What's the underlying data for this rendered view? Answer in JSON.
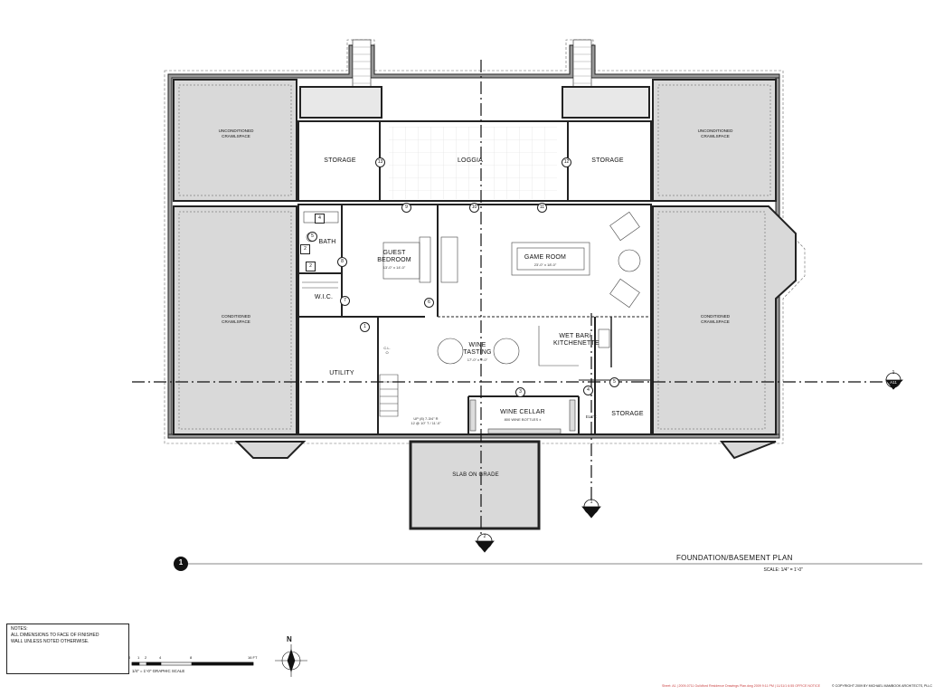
{
  "sheet": {
    "title": "FOUNDATION/BASEMENT PLAN",
    "scale": "SCALE: 1/4\" = 1'-0\"",
    "drawing_number": "1",
    "graphic_scale_label": "1/4\" = 1'-0\" GRAPHIC SCALE",
    "graphic_scale_ticks": [
      "0",
      "1",
      "2",
      "4",
      "8",
      "16 FT"
    ],
    "north_label": "N",
    "copyright": "© COPYRIGHT 2009 BY MICHAEL MAMBOOK ARCHITECTS, PLLC",
    "file_path": "Sheet: A1 | 2009-0711 Guildford Residence Drawings Plan.dwg 2009 9:11 PM | 11/11/1 6:55 OFFICE NOTICE"
  },
  "notes": {
    "heading": "NOTES:",
    "lines": [
      "ALL DIMENSIONS TO FACE OF FINISHED",
      "WALL UNLESS NOTED OTHERWISE."
    ]
  },
  "rooms": {
    "unconditioned_left": [
      "UNCONDITIONED",
      "CRAWLSPACE"
    ],
    "unconditioned_right": [
      "UNCONDITIONED",
      "CRAWLSPACE"
    ],
    "conditioned_left": [
      "CONDITIONED",
      "CRAWLSPACE"
    ],
    "conditioned_right": [
      "CONDITIONED",
      "CRAWLSPACE"
    ],
    "storage_left": "STORAGE",
    "loggia": "LOGGIA",
    "storage_right": "STORAGE",
    "bath": "BATH",
    "guest_bedroom": [
      "GUEST",
      "BEDROOM"
    ],
    "guest_bedroom_size": "13'-0\" x 14'-0\"",
    "wic": "W.I.C.",
    "game_room": "GAME ROOM",
    "game_room_size": "23'-0\" x 18'-0\"",
    "wet_bar": [
      "WET BAR/",
      "KITCHENETTE"
    ],
    "wine_tasting": [
      "WINE",
      "TASTING"
    ],
    "wine_tasting_size": "17'-0\" x 9'-0\"",
    "utility": "UTILITY",
    "cl": [
      "C.L.",
      "O"
    ],
    "wine_cellar": "WINE CELLAR",
    "wine_cellar_sub": "800 WINE BOTTLES ±",
    "elev": "ELEV.",
    "storage_bottom": "STORAGE",
    "slab": "SLAB ON GRADE",
    "stair_note": "UP (8) 7-3/4\" R",
    "stair_note2": "12 @ 10\" T / 11'-0\""
  },
  "tags": [
    "13",
    "12",
    "9",
    "10",
    "11",
    "5",
    "8",
    "6",
    "7",
    "1",
    "4",
    "3",
    "2",
    "4",
    "5",
    "2"
  ],
  "section_markers": {
    "right": {
      "num": "1",
      "sheet": "A11"
    },
    "bottom_center": {
      "num": "2",
      "sheet": "A10"
    },
    "bottom_right": {
      "num": "1",
      "sheet": "A10"
    }
  }
}
